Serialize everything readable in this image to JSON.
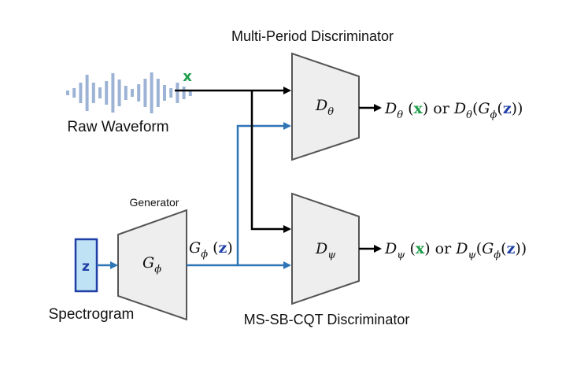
{
  "labels": {
    "multi_period_title": "Multi-Period Discriminator",
    "ms_sb_cqt_title": "MS-SB-CQT Discriminator",
    "generator_title": "Generator",
    "raw_waveform": "Raw Waveform",
    "spectrogram": "Spectrogram"
  },
  "symbols": {
    "x": "x",
    "z": "z",
    "generator": {
      "base": "G",
      "sub": "ϕ"
    },
    "disc_theta": {
      "base": "D",
      "sub": "θ"
    },
    "disc_psi": {
      "base": "D",
      "sub": "ψ"
    },
    "output_or": "or"
  },
  "colors": {
    "x_green": "#1e9e4a",
    "z_blue": "#1f3fa6",
    "fake_path": "#2e75b6",
    "real_path": "#000000",
    "block_fill": "#eeeeee",
    "block_stroke": "#555555",
    "spectrogram_fill": "#bfe3f5",
    "spectrogram_stroke": "#1f3fa6",
    "waveform": "#9db3d6"
  }
}
